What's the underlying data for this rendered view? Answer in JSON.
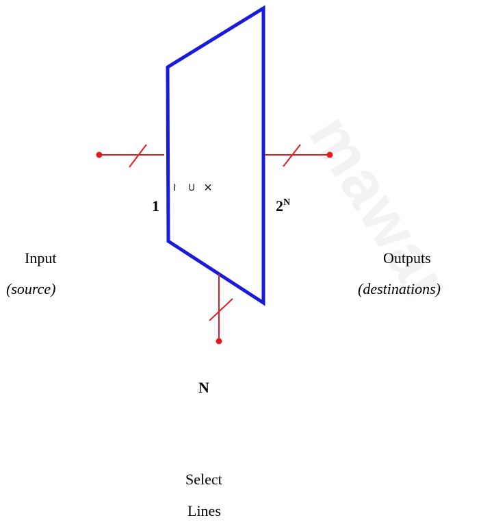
{
  "labels": {
    "input_index": "1",
    "output_base": "2",
    "output_exponent": "N",
    "input_title": "Input",
    "input_subtitle": "(source)",
    "outputs_title": "Outputs",
    "outputs_subtitle": "(destinations)",
    "select_count": "N",
    "select_title": "Select",
    "select_subtitle": "Lines"
  },
  "block_glyphs": [
    "~",
    "⊃",
    "×"
  ],
  "colors": {
    "block": "#1a1adb",
    "wire": "#e31b23",
    "text": "#000000"
  }
}
